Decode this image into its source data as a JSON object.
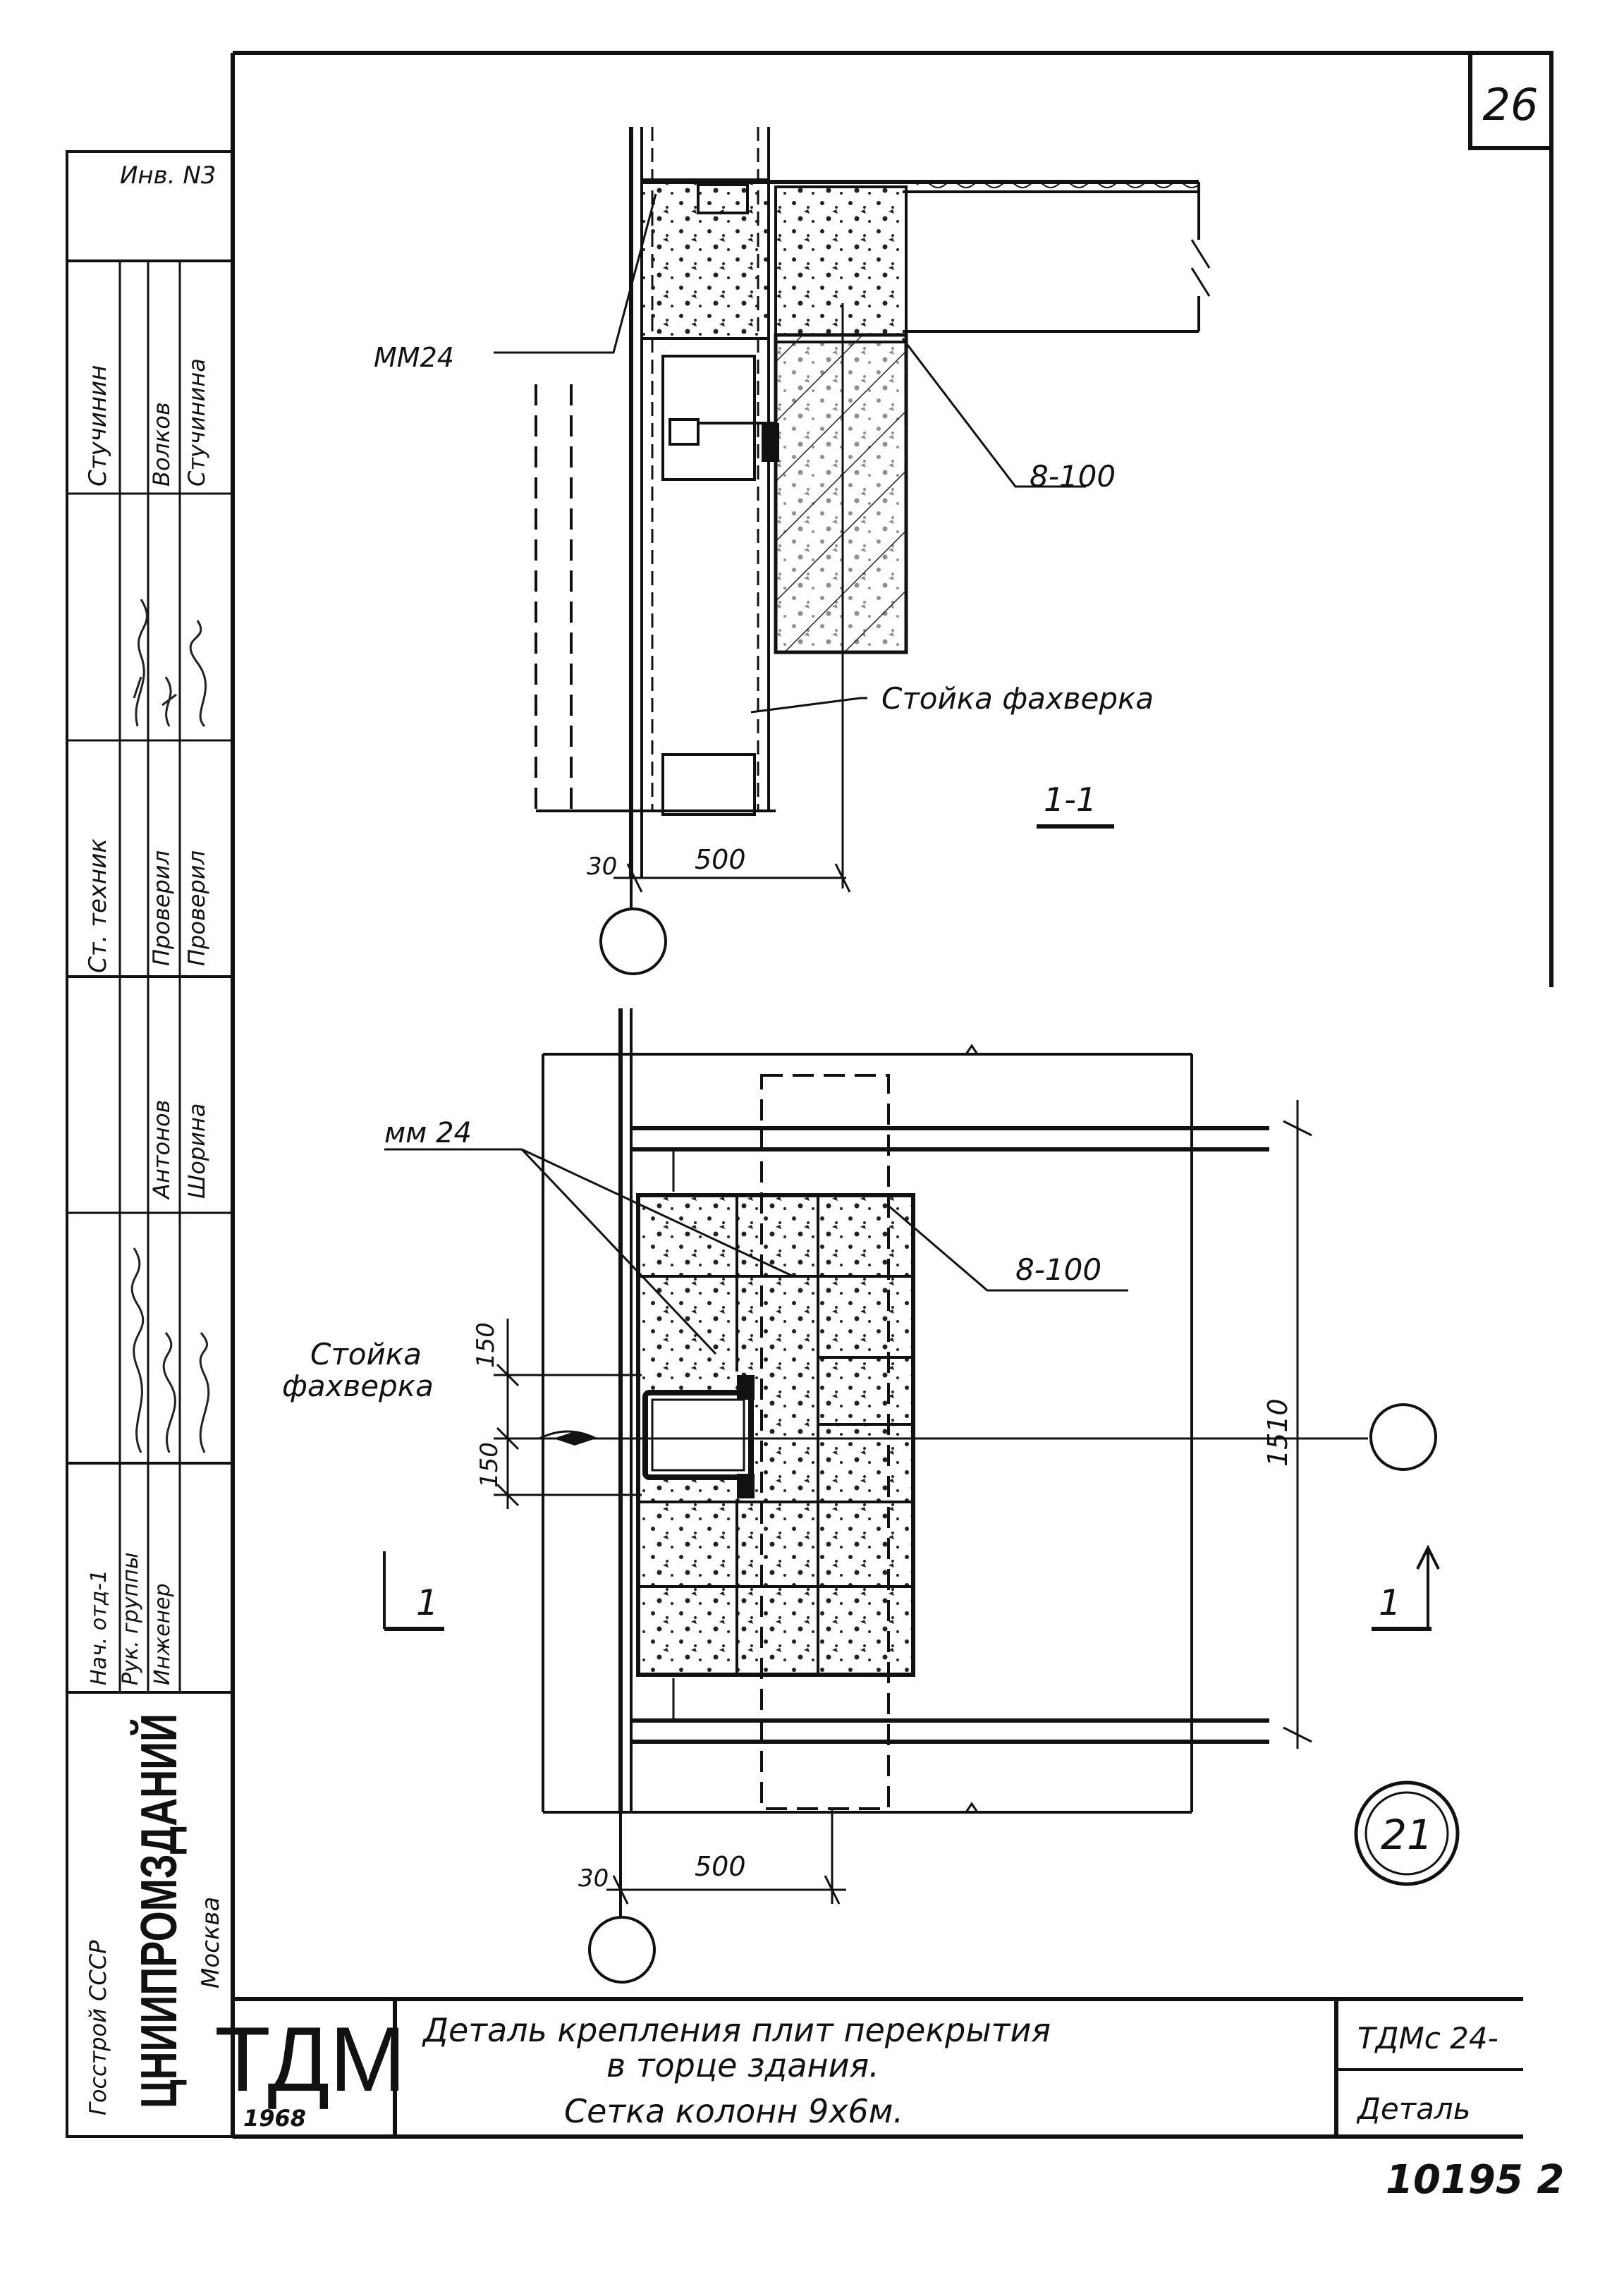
{
  "sheet_number": "26",
  "side_table": {
    "inv_no": "Инв. N3",
    "rows": [
      {
        "role": "Нач. отд-1",
        "name": "",
        "sign": ""
      },
      {
        "role": "Рук. группы",
        "name": "Антонов",
        "sign": ""
      },
      {
        "role": "Инженер",
        "name": "Шорина",
        "sign": ""
      },
      {
        "role": "Ст. техник",
        "name": "Проверил",
        "sign": ""
      },
      {
        "role": "Стучинин",
        "name": "Волков",
        "sign": ""
      },
      {
        "role": "",
        "name": "Проверил",
        "sign": ""
      },
      {
        "role": "",
        "name": "Стучинина",
        "sign": ""
      }
    ],
    "org_top": "Госстрой СССР",
    "org_main": "ЦНИИПРОМЗДАНИЙ",
    "org_city": "Москва"
  },
  "section_top": {
    "label_mm24": "ММ24",
    "label_8100": "8-100",
    "label_post": "Стойка фахверка",
    "section_mark": "1-1",
    "dim_30": "30",
    "dim_500": "500"
  },
  "plan": {
    "label_mm24": "мм 24",
    "label_8100": "8-100",
    "label_post_1": "Стойка",
    "label_post_2": "фахверка",
    "dim_150a": "150",
    "dim_150b": "150",
    "dim_1510": "1510",
    "dim_30": "30",
    "dim_500": "500",
    "cut_left": "1",
    "cut_right": "1",
    "detail_number": "21"
  },
  "title_block": {
    "logo": "ТДМ",
    "year": "1968",
    "title_line1": "Деталь крепления плит перекрытия",
    "title_line2": "в торце здания.",
    "title_line3": "Сетка колонн 9х6м.",
    "code": "ТДМс 24-",
    "sheet_type": "Деталь",
    "doc_number": "10195 2"
  }
}
